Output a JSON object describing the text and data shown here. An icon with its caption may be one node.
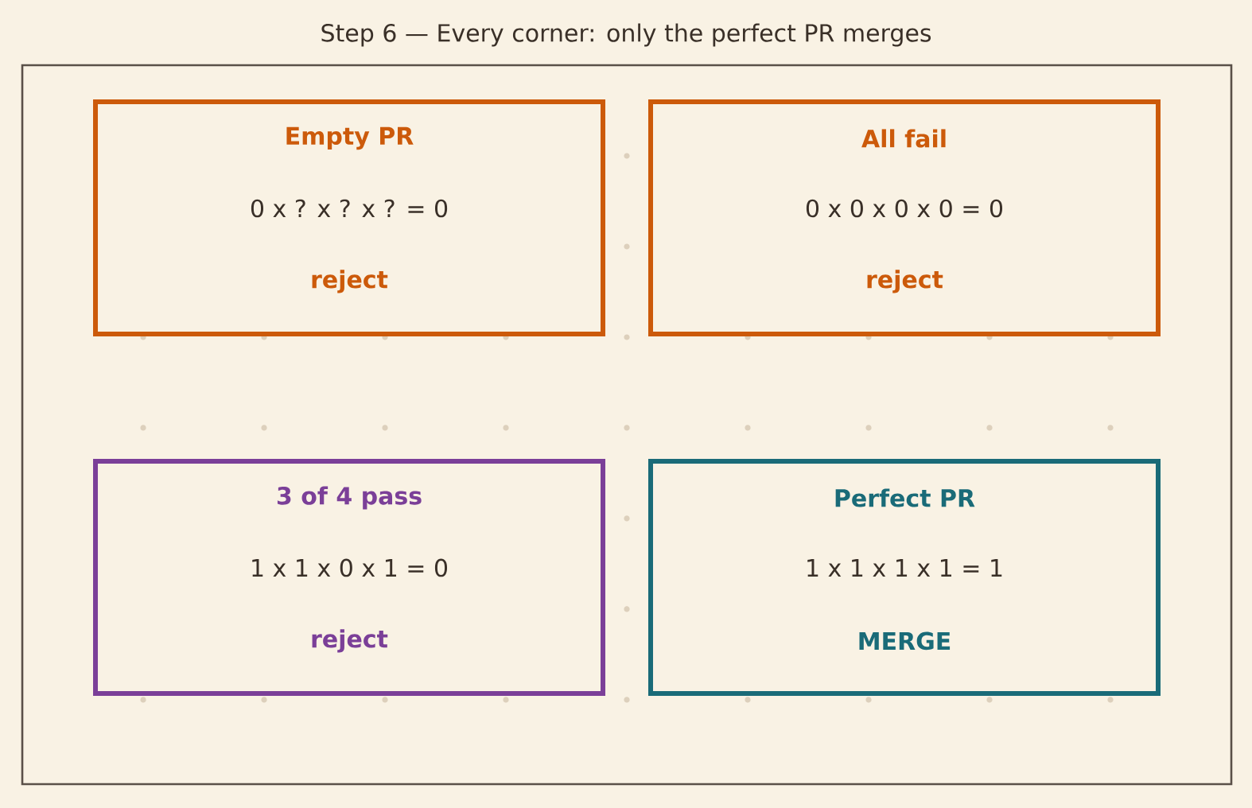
{
  "diagram": {
    "title": "Step 6 — Every corner: only the perfect PR merges",
    "nodes": [
      {
        "text": [
          "Empty PR",
          "0 x ? x ? x ? = 0",
          "reject"
        ]
      },
      {
        "text": [
          "All fail",
          "0 x 0 x 0 x 0 = 0",
          "reject"
        ]
      },
      {
        "text": [
          "3 of 4 pass",
          "1 x 1 x 0 x 1 = 0",
          "reject"
        ]
      },
      {
        "text": [
          "Perfect PR",
          "1 x 1 x 1 x 1 = 1",
          "MERGE"
        ]
      }
    ]
  }
}
